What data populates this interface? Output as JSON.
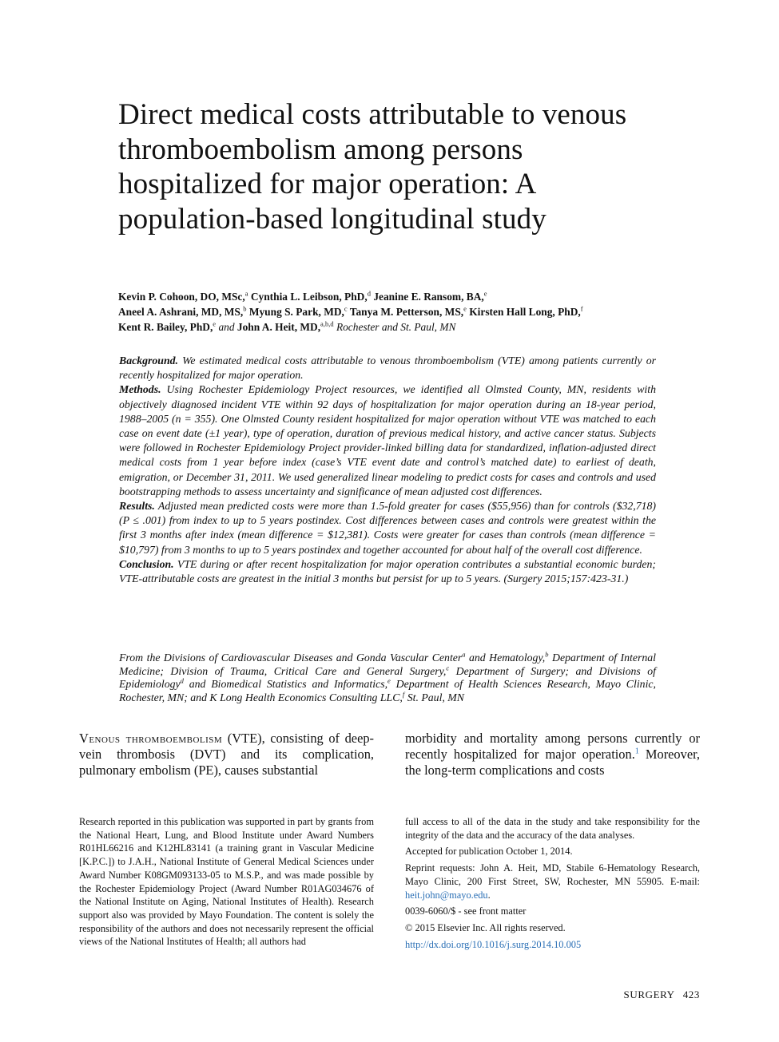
{
  "title": "Direct medical costs attributable to venous thromboembolism among persons hospitalized for major operation: A population-based longitudinal study",
  "authors": [
    {
      "name": "Kevin P. Cohoon, DO, MSc,",
      "sup": "a"
    },
    {
      "name": "Cynthia L. Leibson, PhD,",
      "sup": "d"
    },
    {
      "name": "Jeanine E. Ransom, BA,",
      "sup": "e"
    },
    {
      "name": "Aneel A. Ashrani, MD, MS,",
      "sup": "b"
    },
    {
      "name": "Myung S. Park, MD,",
      "sup": "c"
    },
    {
      "name": "Tanya M. Petterson, MS,",
      "sup": "e"
    },
    {
      "name": "Kirsten Hall Long, PhD,",
      "sup": "f"
    },
    {
      "name": "Kent R. Bailey, PhD,",
      "sup": "e"
    },
    {
      "name": "John A. Heit, MD,",
      "sup": "a,b,d"
    }
  ],
  "authors_and": "and",
  "authors_place": "Rochester and St. Paul, MN",
  "abstract": {
    "background_head": "Background.",
    "background": "We estimated medical costs attributable to venous thromboembolism (VTE) among patients currently or recently hospitalized for major operation.",
    "methods_head": "Methods.",
    "methods": "Using Rochester Epidemiology Project resources, we identified all Olmsted County, MN, residents with objectively diagnosed incident VTE within 92 days of hospitalization for major operation during an 18-year period, 1988–2005 (n = 355). One Olmsted County resident hospitalized for major operation without VTE was matched to each case on event date (±1 year), type of operation, duration of previous medical history, and active cancer status. Subjects were followed in Rochester Epidemiology Project provider-linked billing data for standardized, inflation-adjusted direct medical costs from 1 year before index (case’s VTE event date and control’s matched date) to earliest of death, emigration, or December 31, 2011. We used generalized linear modeling to predict costs for cases and controls and used bootstrapping methods to assess uncertainty and significance of mean adjusted cost differences.",
    "results_head": "Results.",
    "results": "Adjusted mean predicted costs were more than 1.5-fold greater for cases ($55,956) than for controls ($32,718) (P ≤ .001) from index to up to 5 years postindex. Cost differences between cases and controls were greatest within the first 3 months after index (mean difference = $12,381). Costs were greater for cases than controls (mean difference = $10,797) from 3 months to up to 5 years postindex and together accounted for about half of the overall cost difference.",
    "conclusion_head": "Conclusion.",
    "conclusion": "VTE during or after recent hospitalization for major operation contributes a substantial economic burden; VTE-attributable costs are greatest in the initial 3 months but persist for up to 5 years. (Surgery 2015;157:423-31.)"
  },
  "affiliation": {
    "p1": "From the Divisions of Cardiovascular Diseases and Gonda Vascular Center",
    "s1": "a",
    "p2": " and Hematology,",
    "s2": "b",
    "p3": " Department of Internal Medicine; Division of Trauma, Critical Care and General Surgery,",
    "s3": "c",
    "p4": " Department of Surgery; and Divisions of Epidemiology",
    "s4": "d",
    "p5": " and Biomedical Statistics and Informatics,",
    "s5": "e",
    "p6": " Department of Health Sciences Research, Mayo Clinic, Rochester, MN; and K Long Health Economics Consulting LLC,",
    "s6": "f",
    "p7": " St. Paul, MN"
  },
  "body": {
    "lead": "Venous thromboembolism",
    "left": " (VTE), consisting of deep-vein thrombosis (DVT) and its complication, pulmonary embolism (PE), causes substantial",
    "right_a": "morbidity and mortality among persons currently or recently hospitalized for major operation.",
    "right_ref": "1",
    "right_b": " Moreover, the long-term complications and costs"
  },
  "footnotes": {
    "funding": "Research reported in this publication was supported in part by grants from the National Heart, Lung, and Blood Institute under Award Numbers R01HL66216 and K12HL83141 (a training grant in Vascular Medicine [K.P.C.]) to J.A.H., National Institute of General Medical Sciences under Award Number K08GM093133-05 to M.S.P., and was made possible by the Rochester Epidemiology Project (Award Number R01AG034676 of the National Institute on Aging, National Institutes of Health). Research support also was provided by Mayo Foundation. The content is solely the responsibility of the authors and does not necessarily represent the official views of the National Institutes of Health; all authors had",
    "access": "full access to all of the data in the study and take responsibility for the integrity of the data and the accuracy of the data analyses.",
    "accepted": "Accepted for publication October 1, 2014.",
    "reprint": "Reprint requests: John A. Heit, MD, Stabile 6-Hematology Research, Mayo Clinic, 200 First Street, SW, Rochester, MN 55905. E-mail:",
    "email": "heit.john@mayo.edu",
    "issn": "0039-6060/$ - see front matter",
    "copyright": "© 2015 Elsevier Inc. All rights reserved.",
    "doi": "http://dx.doi.org/10.1016/j.surg.2014.10.005"
  },
  "running_head": {
    "journal": "SURGERY",
    "page": "423"
  },
  "colors": {
    "link": "#2a6fb5",
    "text": "#111111"
  }
}
